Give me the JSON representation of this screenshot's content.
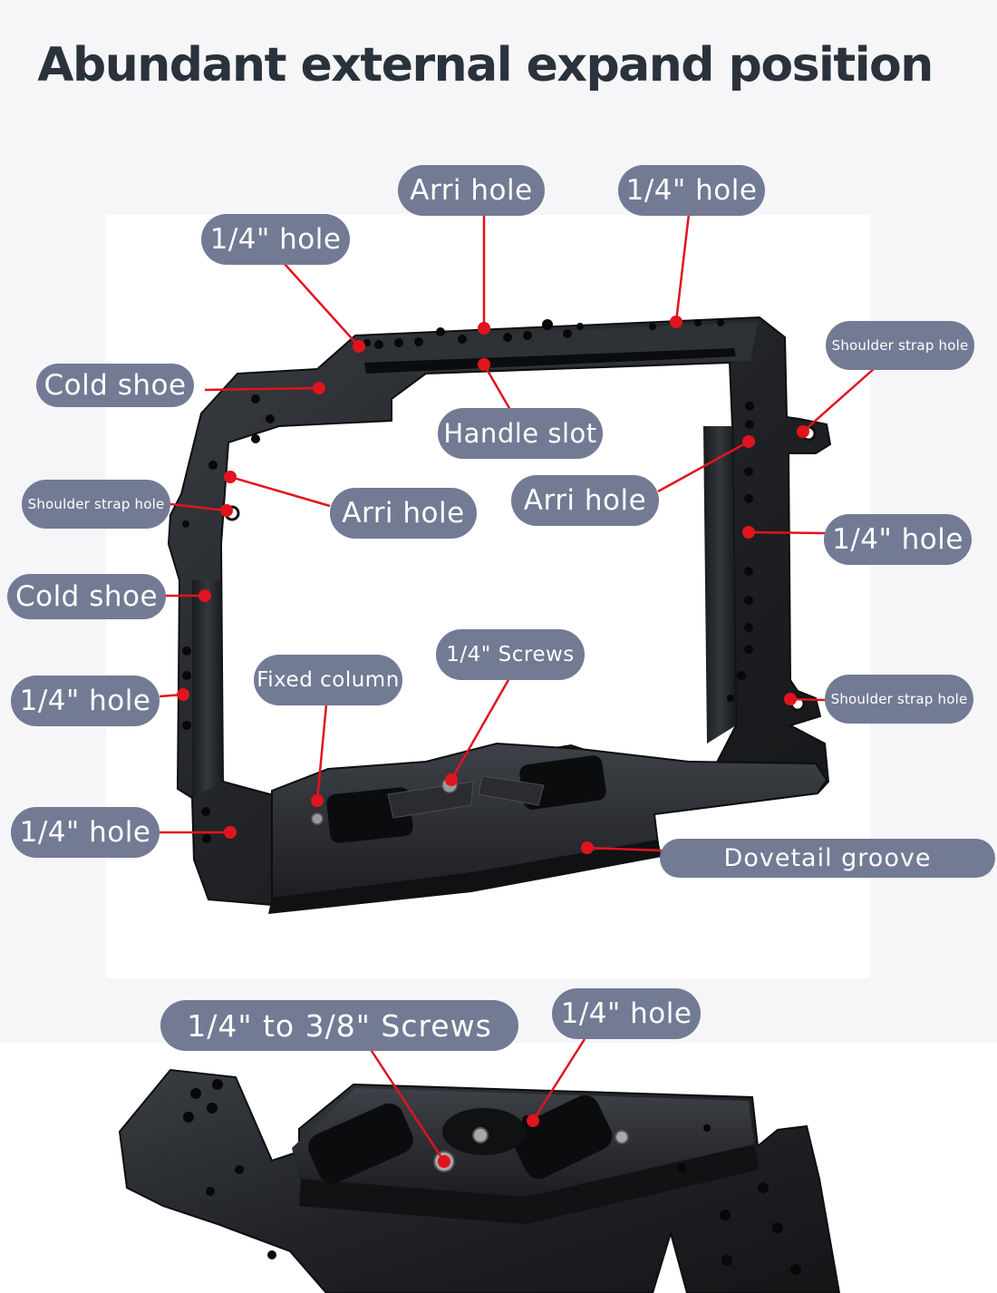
{
  "title": "Abundant external expand position",
  "colors": {
    "label_background": "#737a94",
    "label_text": "#ffffff",
    "pointer": "#e0141e",
    "title_text": "#2a323c"
  },
  "labels": {
    "arri_hole_top": "Arri hole",
    "quarter_hole_top_right": "1/4\" hole",
    "quarter_hole_top_left": "1/4\" hole",
    "cold_shoe_top": "Cold shoe",
    "handle_slot": "Handle slot",
    "shoulder_strap_hole_right_top": "Shoulder strap hole",
    "shoulder_strap_hole_left": "Shoulder strap hole",
    "arri_hole_center_left": "Arri hole",
    "arri_hole_center_right": "Arri hole",
    "quarter_hole_right": "1/4\" hole",
    "cold_shoe_left": "Cold shoe",
    "quarter_screws": "1/4\" Screws",
    "fixed_column": "Fixed column",
    "quarter_hole_left_mid": "1/4\" hole",
    "shoulder_strap_hole_right_bottom": "Shoulder strap hole",
    "quarter_hole_left_bottom": "1/4\" hole",
    "dovetail_groove": "Dovetail groove",
    "screws_quarter_to_three_eighths": "1/4\" to 3/8\" Screws",
    "quarter_hole_bottom": "1/4\" hole"
  }
}
